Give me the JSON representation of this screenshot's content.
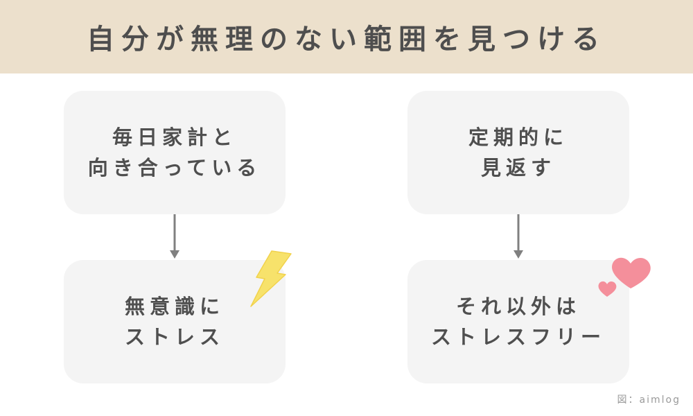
{
  "header": {
    "title": "自分が無理のない範囲を見つける"
  },
  "left_column": {
    "top_box": {
      "lines": [
        "毎日家計と",
        "向き合っている"
      ]
    },
    "bottom_box": {
      "lines": [
        "無意識に",
        "ストレス"
      ]
    },
    "decoration_icon": "lightning-bolt-icon"
  },
  "right_column": {
    "top_box": {
      "lines": [
        "定期的に",
        "見返す"
      ]
    },
    "bottom_box": {
      "lines": [
        "それ以外は",
        "ストレスフリー"
      ]
    },
    "decoration_icon": "hearts-icon"
  },
  "footer": {
    "credit": "図：aimlog"
  },
  "colors": {
    "banner": "#ece0cc",
    "box": "#f4f4f4",
    "text": "#4f4f4f",
    "arrow": "#808080",
    "bolt": "#f7e26b",
    "heart": "#f48f9b"
  }
}
